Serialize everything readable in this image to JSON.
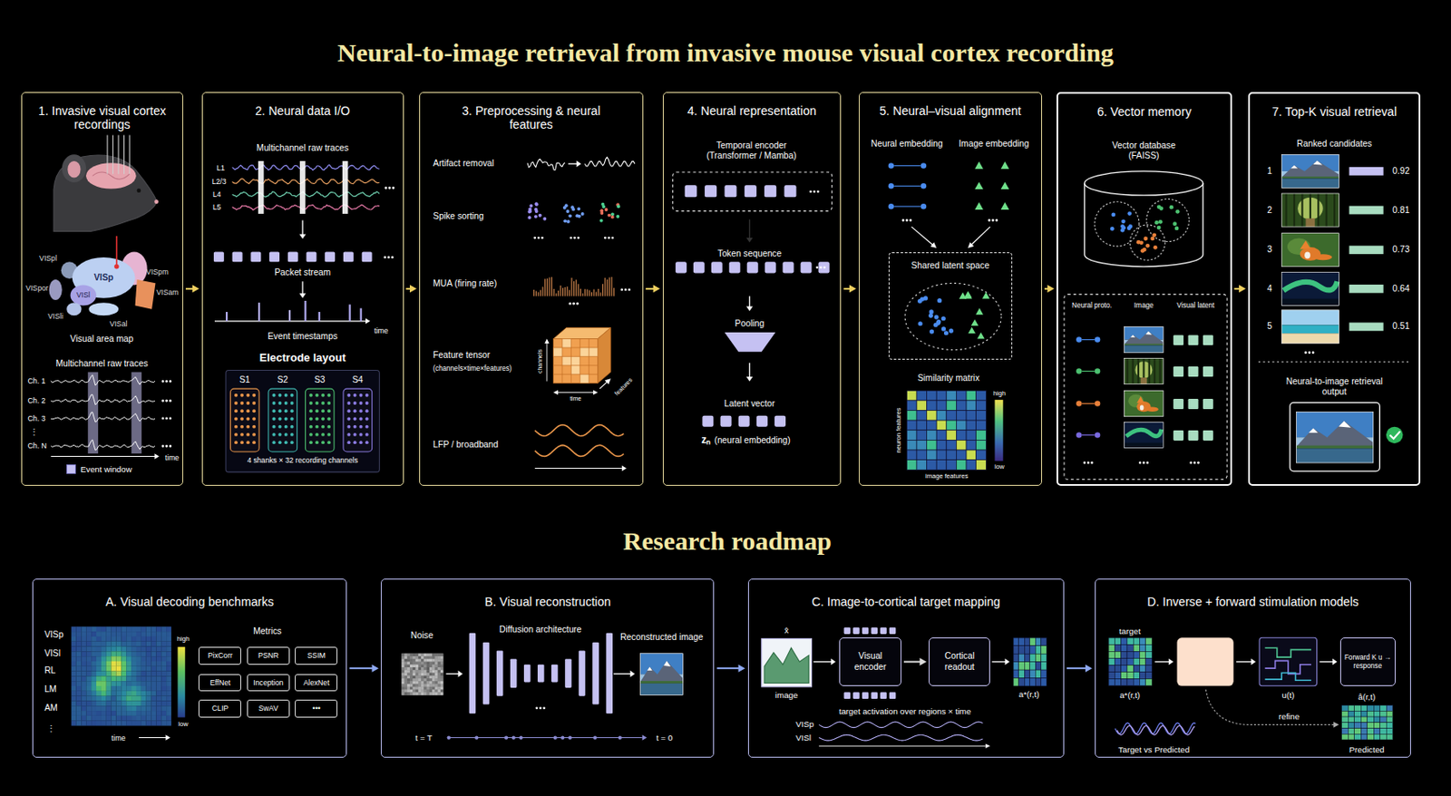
{
  "diagram": {
    "title": "Neural-to-image retrieval from invasive mouse visual cortex recording",
    "nodes": [
      {
        "text": [
          "1. Invasive visual cortex recordings"
        ]
      },
      {
        "text": [
          "2. Neural data I/O"
        ]
      },
      {
        "text": [
          "3. Preprocessing & neural features"
        ]
      },
      {
        "text": [
          "4. Neural representation"
        ]
      },
      {
        "text": [
          "5. Neural–visual alignment"
        ]
      },
      {
        "text": [
          "Shared latent space"
        ],
        "in": 4
      },
      {
        "text": [
          "6. Vector memory"
        ]
      },
      {
        "text": [
          "7. Top-K visual retrieval"
        ]
      },
      {
        "text": [
          "A. Visual decoding benchmarks"
        ]
      },
      {
        "text": [
          "PixCorr"
        ],
        "in": 8
      },
      {
        "text": [
          "PSNR"
        ],
        "in": 8
      },
      {
        "text": [
          "SSIM"
        ],
        "in": 8
      },
      {
        "text": [
          "EffNet"
        ],
        "in": 8
      },
      {
        "text": [
          "Inception"
        ],
        "in": 8
      },
      {
        "text": [
          "AlexNet"
        ],
        "in": 8
      },
      {
        "text": [
          "CLIP"
        ],
        "in": 8
      },
      {
        "text": [
          "SwAV"
        ],
        "in": 8
      },
      {
        "text": [
          "•••"
        ],
        "in": 8
      },
      {
        "text": [
          "B. Visual reconstruction"
        ]
      },
      {
        "text": [
          "C. Image-to-cortical target mapping"
        ]
      },
      {
        "text": [
          "Visual encoder"
        ],
        "in": 19
      },
      {
        "text": [
          "Cortical readout"
        ],
        "in": 19
      },
      {
        "text": [
          "D. Inverse + forward stimulation models"
        ]
      },
      {
        "text": [
          "Forward K u → response"
        ],
        "in": 22
      }
    ],
    "edges": [
      {
        "from": 0,
        "to": 1,
        "arrow": "to"
      },
      {
        "from": 1,
        "to": 2,
        "arrow": "to"
      },
      {
        "from": 2,
        "to": 3,
        "arrow": "to"
      },
      {
        "from": 3,
        "to": 4,
        "arrow": "to"
      },
      {
        "from": 4,
        "to": 6,
        "arrow": "to"
      },
      {
        "from": 6,
        "to": 7,
        "arrow": "to"
      },
      {
        "from": 8,
        "to": 18,
        "arrow": "to"
      },
      {
        "from": 18,
        "to": 19,
        "arrow": "to"
      },
      {
        "from": 19,
        "to": 22,
        "arrow": "to"
      },
      {
        "from": 20,
        "to": 21,
        "arrow": "to"
      }
    ],
    "labels": [
      "Visual area map",
      "VISpl",
      "VISp",
      "VISpm",
      "VISpor",
      "VISl",
      "VISam",
      "VISli",
      "VISal",
      "Multichannel raw traces",
      "Ch. 1",
      "Ch. 2",
      "Ch. 3",
      "⋮",
      "Ch. N",
      "time",
      "Multichannel raw traces",
      "L1",
      "L2/3",
      "L4",
      "L5",
      "Packet stream",
      "Event timestamps",
      "time",
      "Electrode layout",
      "S1",
      "S2",
      "S3",
      "S4",
      "4 shanks × 32 recording channels",
      "Artifact removal",
      "Spike sorting",
      "MUA (firing rate)",
      "Feature tensor",
      "(channels×time×features)",
      "channels",
      "time",
      "features",
      "LFP / broadband",
      "Temporal encoder (Transformer / Mamba)",
      "Token sequence",
      "Pooling",
      "Latent vector",
      "zₙ",
      "(neural embedding)",
      "Neural embedding",
      "Image embedding",
      "Similarity matrix",
      "neuron features",
      "image features",
      "high",
      "low",
      "Vector database (FAISS)",
      "Neural proto.",
      "Image",
      "Visual latent",
      "Ranked candidates",
      "1",
      "0.92",
      "2",
      "0.81",
      "3",
      "0.73",
      "4",
      "0.64",
      "5",
      "0.51",
      "Neural-to-image retrieval output",
      "Research roadmap",
      "VISp",
      "VISl",
      "RL",
      "LM",
      "AM",
      "⋮",
      "high",
      "low",
      "time",
      "Metrics",
      "Noise",
      "Diffusion architecture",
      "Reconstructed image",
      "t = T",
      "t = 0",
      "x̂",
      "image",
      "a*(r,t)",
      "target activation over regions × time",
      "VISp",
      "VISl",
      "target",
      "a*(r,t)",
      "u(t)",
      "â(r,t)",
      "refine",
      "Target vs Predicted",
      "Predicted"
    ],
    "legend": [
      {
        "text": "Event window",
        "color": "#c5c1f2"
      }
    ]
  }
}
